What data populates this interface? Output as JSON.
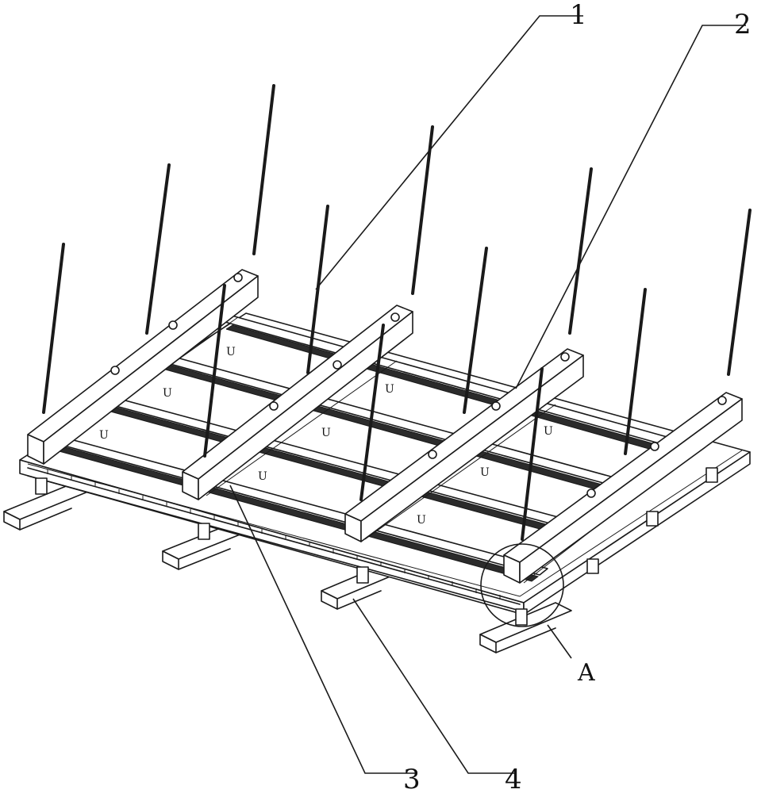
{
  "labels": {
    "part_1": "1",
    "part_2": "2",
    "part_3": "3",
    "part_4": "4",
    "detail_a": "A"
  }
}
